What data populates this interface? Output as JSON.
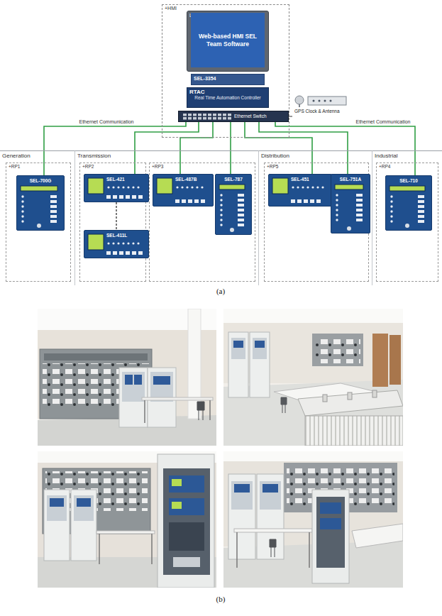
{
  "diagram": {
    "nodes": [
      {
        "text": [
          "+HMI"
        ]
      },
      {
        "text": [
          "LCD Screen",
          "Web-based HMI SEL Team Software"
        ],
        "in": 0
      },
      {
        "text": [
          "SEL-3354"
        ],
        "in": 0
      },
      {
        "text": [
          "RTAC",
          "Real Time Automation Controller"
        ],
        "in": 0
      },
      {
        "text": [
          "Ethernet Switch"
        ],
        "in": 0
      },
      {
        "text": [
          "GPS Clock & Antenna"
        ]
      },
      {
        "text": [
          "Generation"
        ]
      },
      {
        "text": [
          "+RP1"
        ],
        "in": 6
      },
      {
        "text": [
          "SEL-700G"
        ],
        "in": 7
      },
      {
        "text": [
          "Transmission"
        ]
      },
      {
        "text": [
          "+RP2"
        ],
        "in": 9
      },
      {
        "text": [
          "SEL-421"
        ],
        "in": 10
      },
      {
        "text": [
          "SEL-411L"
        ],
        "in": 10
      },
      {
        "text": [
          "+RP3"
        ],
        "in": 9
      },
      {
        "text": [
          "SEL-487B"
        ],
        "in": 13
      },
      {
        "text": [
          "SEL-787"
        ],
        "in": 13
      },
      {
        "text": [
          "Distribution"
        ]
      },
      {
        "text": [
          "+RP5"
        ],
        "in": 16
      },
      {
        "text": [
          "SEL-451"
        ],
        "in": 17
      },
      {
        "text": [
          "SEL-751A"
        ],
        "in": 17
      },
      {
        "text": [
          "Industrial"
        ]
      },
      {
        "text": [
          "+RP4"
        ],
        "in": 20
      },
      {
        "text": [
          "SEL-710"
        ],
        "in": 21
      }
    ],
    "edges": [
      {
        "from": 4,
        "to": 8,
        "arrow": "none",
        "label": "Ethernet Communication"
      },
      {
        "from": 4,
        "to": 11,
        "arrow": "none"
      },
      {
        "from": 4,
        "to": 14,
        "arrow": "none"
      },
      {
        "from": 4,
        "to": 15,
        "arrow": "none"
      },
      {
        "from": 4,
        "to": 18,
        "arrow": "none"
      },
      {
        "from": 4,
        "to": 19,
        "arrow": "none"
      },
      {
        "from": 4,
        "to": 22,
        "arrow": "none",
        "label": "Ethernet Communication"
      },
      {
        "from": 11,
        "to": 12,
        "arrow": "none"
      },
      {
        "from": 5,
        "to": 4,
        "arrow": "none"
      }
    ],
    "labels": [
      "(a)",
      "(b)"
    ]
  }
}
